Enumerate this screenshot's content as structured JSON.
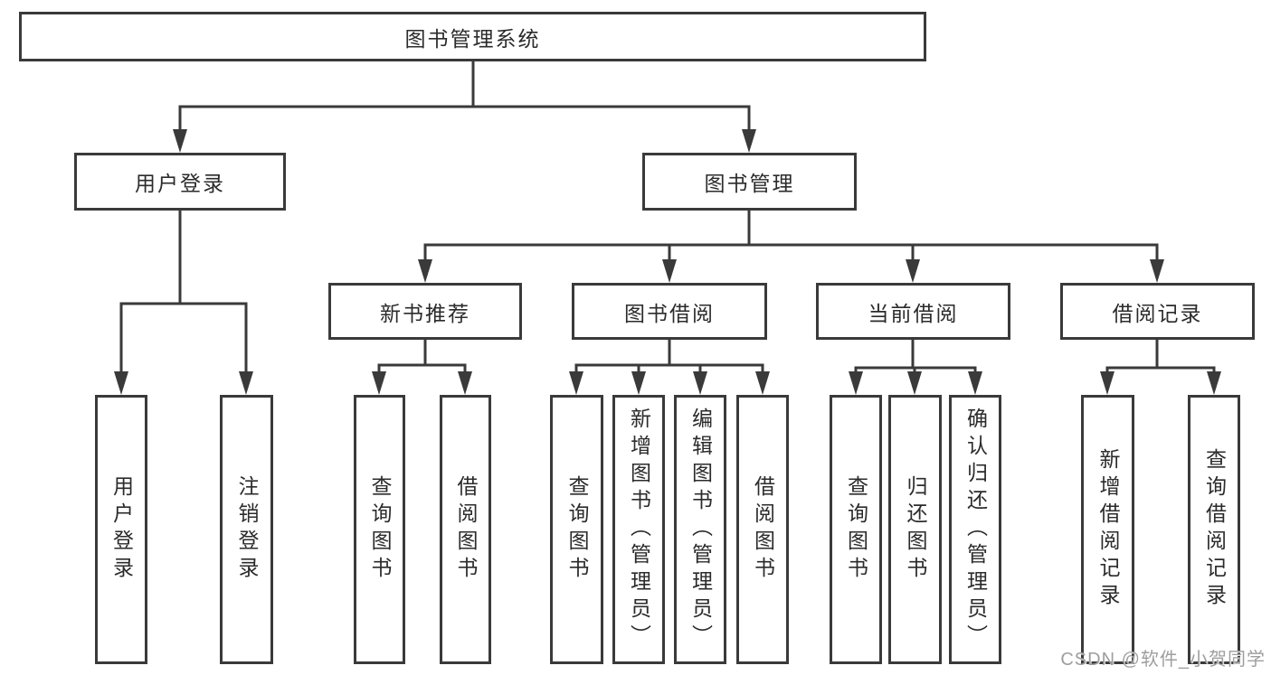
{
  "nodes": {
    "root": "图书管理系统",
    "user_login": "用户登录",
    "book_mgmt": "图书管理",
    "new_book_rec": "新书推荐",
    "book_borrow": "图书借阅",
    "current_borrow": "当前借阅",
    "borrow_records": "借阅记录",
    "ul_login": "用户登录",
    "ul_logout": "注销登录",
    "nb_query": "查询图书",
    "nb_borrow": "借阅图书",
    "bb_query": "查询图书",
    "bb_add": "新增图书（管理员）",
    "bb_edit": "编辑图书（管理员）",
    "bb_borrow": "借阅图书",
    "cb_query": "查询图书",
    "cb_return": "归还图书",
    "cb_confirm": "确认归还（管理员）",
    "br_add": "新增借阅记录",
    "br_query": "查询借阅记录"
  },
  "watermark": "CSDN @软件_小贺同学",
  "colors": {
    "line": "#3a3a3a",
    "text": "#2b2b2b",
    "watermark": "#9e9e9e",
    "background": "#ffffff"
  }
}
